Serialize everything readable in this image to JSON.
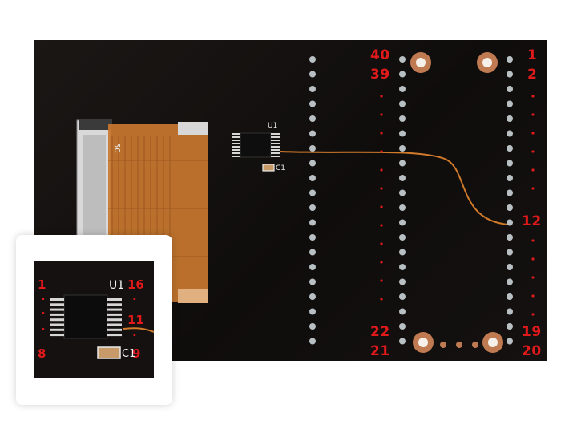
{
  "board": {
    "colors": {
      "pcb": "#141110",
      "pin_label": "#e0191b",
      "copper": "#c8733a",
      "silkscreen": "#e9e9e9"
    },
    "connector": {
      "pin_number": "50"
    },
    "chip": {
      "designator": "U1",
      "cap_designator": "C1"
    },
    "header_labels": {
      "left_top_1": "40",
      "left_top_2": "39",
      "left_bottom_1": "22",
      "left_bottom_2": "21",
      "right_top_1": "1",
      "right_top_2": "2",
      "right_middle": "12",
      "right_bottom_1": "19",
      "right_bottom_2": "20"
    },
    "ellipsis_dots": "·"
  },
  "inset": {
    "labels": {
      "pin_1": "1",
      "pin_8": "8",
      "pin_16": "16",
      "pin_11": "11",
      "pin_9": "9",
      "chip": "U1",
      "cap": "C1"
    }
  }
}
